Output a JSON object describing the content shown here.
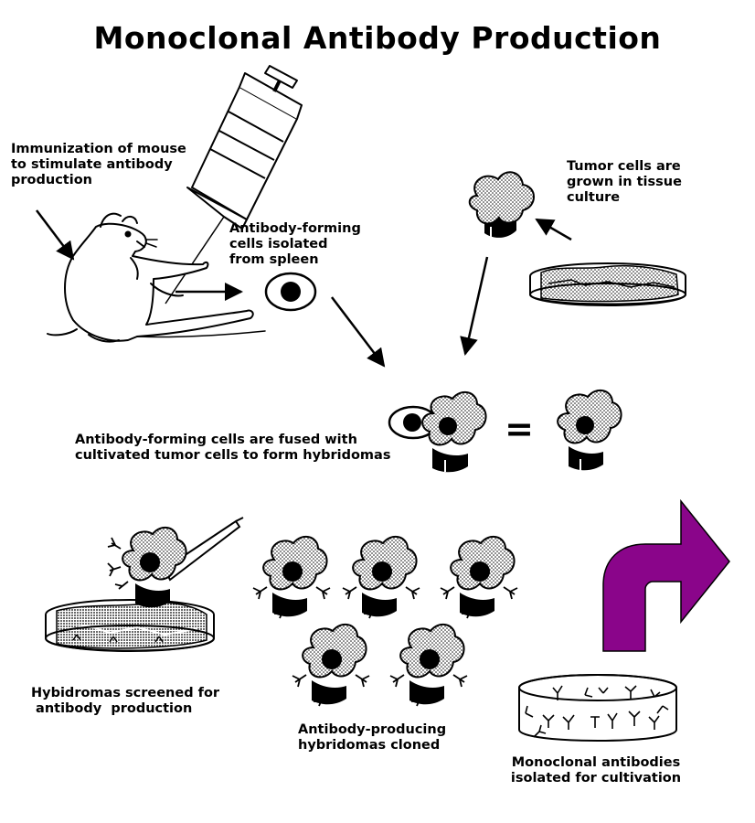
{
  "title": "Monoclonal Antibody Production",
  "colors": {
    "arrow_purple": "#8a058a",
    "ink": "#000000",
    "background": "#ffffff"
  },
  "labels": {
    "immunization": [
      "Immunization of mouse",
      "to stimulate antibody",
      "production"
    ],
    "spleen_cells": [
      "Antibody-forming",
      "cells  isolated",
      "from spleen"
    ],
    "tumor_cells": [
      "Tumor cells are",
      "grown in tissue",
      "culture"
    ],
    "fusion": [
      "Antibody-forming cells are fused with",
      "cultivated tumor cells to form hybridomas"
    ],
    "screened": [
      "Hybidromas screened for",
      " antibody  production"
    ],
    "cloned": [
      "Antibody-producing",
      "hybridomas cloned"
    ],
    "isolated": [
      "Monoclonal antibodies",
      "isolated for cultivation"
    ]
  },
  "equals_sign": "="
}
